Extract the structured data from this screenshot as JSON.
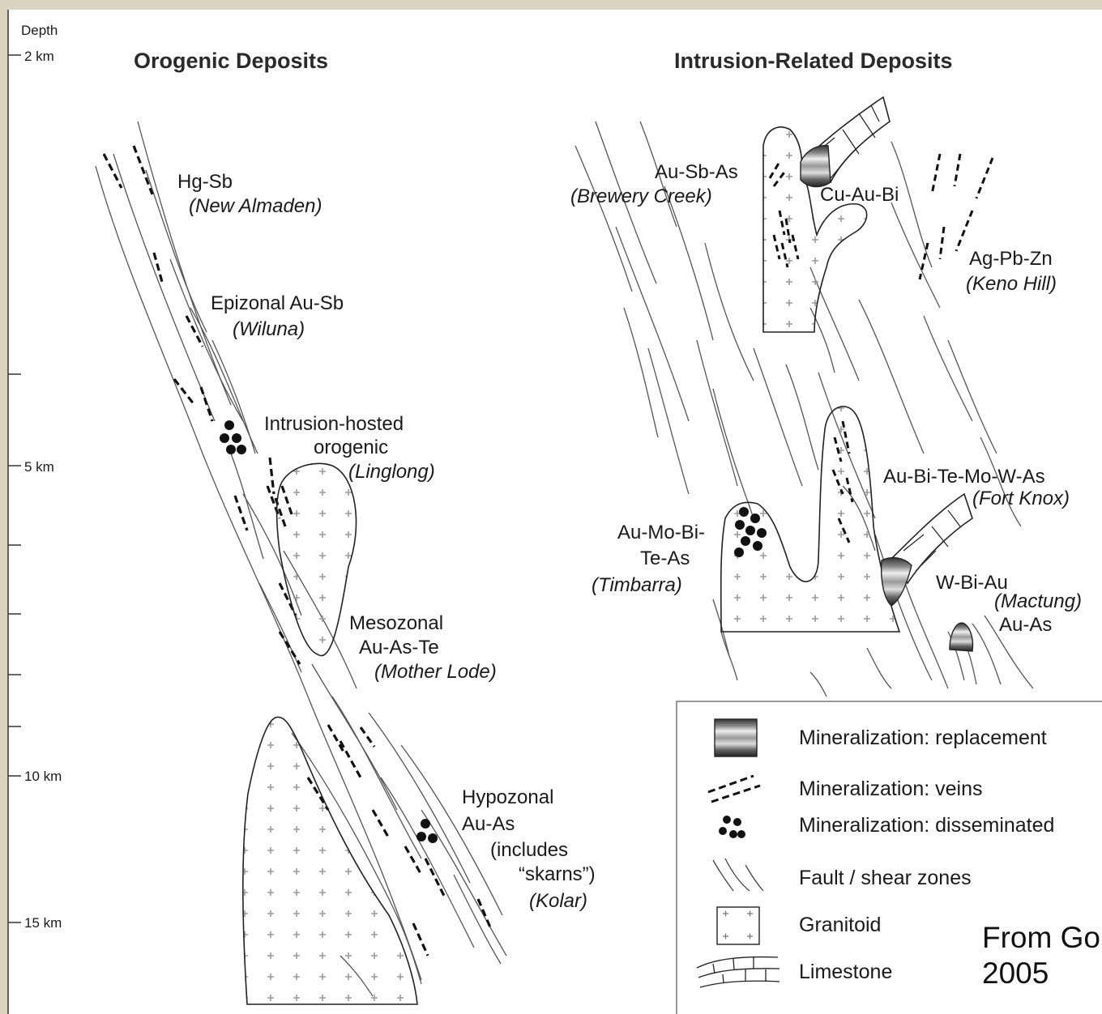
{
  "axis": {
    "title": "Depth",
    "ticks": [
      "2 km",
      "5 km",
      "10 km",
      "15 km"
    ]
  },
  "headings": {
    "orogenic": "Orogenic Deposits",
    "intrusion": "Intrusion-Related Deposits"
  },
  "orogenic_labels": {
    "hgsb": "Hg-Sb",
    "hgsb_example": "(New Almaden)",
    "epizonal": "Epizonal Au-Sb",
    "epizonal_example": "(Wiluna)",
    "ih_line1": "Intrusion-hosted",
    "ih_line2": "orogenic",
    "ih_example": "(Linglong)",
    "meso_line1": "Mesozonal",
    "meso_line2": "Au-As-Te",
    "meso_example": "(Mother Lode)",
    "hypo_line1": "Hypozonal",
    "hypo_line2": "Au-As",
    "hypo_line3": "(includes",
    "hypo_line4": "“skarns”)",
    "hypo_example": "(Kolar)"
  },
  "intrusion_labels": {
    "ausbas": "Au-Sb-As",
    "ausbas_example": "(Brewery Creek)",
    "cuaubi": "Cu-Au-Bi",
    "agpbzn": "Ag-Pb-Zn",
    "agpbzn_example": "(Keno Hill)",
    "fortknox": "Au-Bi-Te-Mo-W-As",
    "fortknox_example": "(Fort Knox)",
    "timbarra_line1": "Au-Mo-Bi-",
    "timbarra_line2": "Te-As",
    "timbarra_example": "(Timbarra)",
    "wbiau": "W-Bi-Au",
    "mactung_example": "(Mactung)",
    "auas": "Au-As"
  },
  "legend": {
    "items": [
      {
        "icon": "replacement-icon",
        "label": "Mineralization: replacement"
      },
      {
        "icon": "veins-icon",
        "label": "Mineralization: veins"
      },
      {
        "icon": "disseminated-icon",
        "label": "Mineralization: disseminated"
      },
      {
        "icon": "fault-icon",
        "label": "Fault / shear zones"
      },
      {
        "icon": "granitoid-icon",
        "label": "Granitoid"
      },
      {
        "icon": "limestone-icon",
        "label": "Limestone"
      }
    ]
  },
  "credit": {
    "line1": "From Go",
    "line2": "2005"
  },
  "colors": {
    "background": "#d9d3c0",
    "paper": "#ffffff",
    "ink": "#1a1a1a"
  }
}
